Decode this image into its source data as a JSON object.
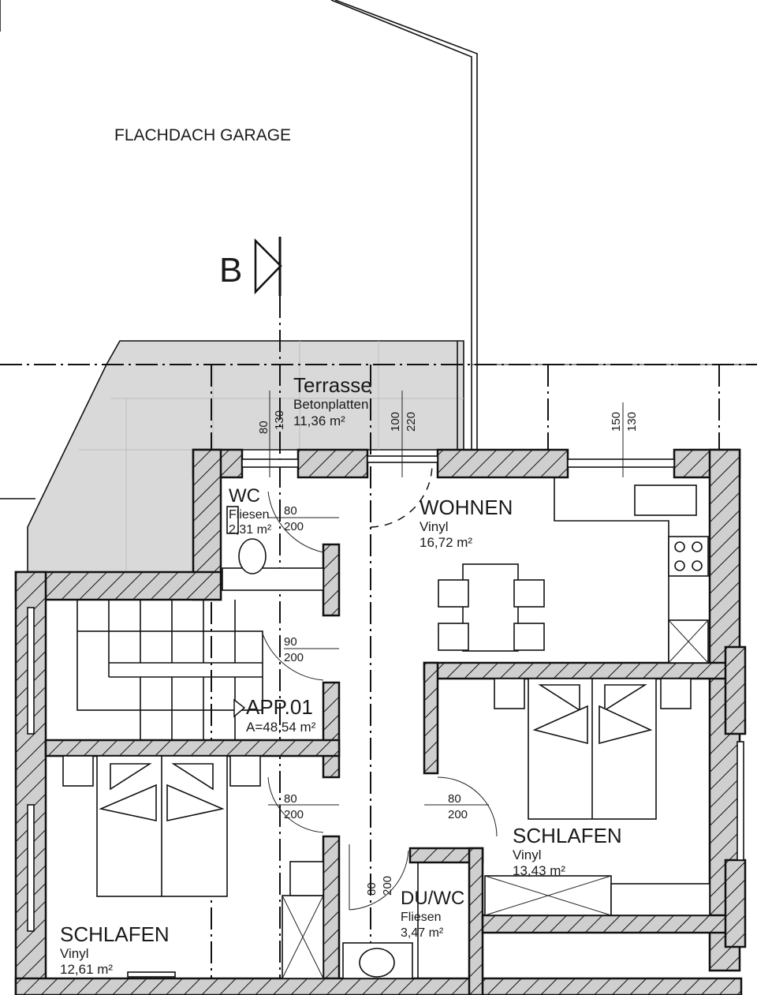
{
  "labels": {
    "garage_roof": "FLACHDACH GARAGE",
    "section_marker": "B",
    "apartment": {
      "name": "APP.01",
      "area": "A=48,54 m²"
    }
  },
  "rooms": {
    "terrace": {
      "name": "Terrasse",
      "floor": "Betonplatten",
      "area": "11,36 m²"
    },
    "wc": {
      "name": "WC",
      "floor": "Fliesen",
      "area": "2,31 m²"
    },
    "wohnen": {
      "name": "WOHNEN",
      "floor": "Vinyl",
      "area": "16,72 m²"
    },
    "schlafen_right": {
      "name": "SCHLAFEN",
      "floor": "Vinyl",
      "area": "13,43 m²"
    },
    "schlafen_left": {
      "name": "SCHLAFEN",
      "floor": "Vinyl",
      "area": "12,61 m²"
    },
    "duwc": {
      "name": "DU/WC",
      "floor": "Fliesen",
      "area": "3,47 m²"
    }
  },
  "dimensions": {
    "window_wc": [
      "80",
      "130"
    ],
    "window_wohnen": [
      "100",
      "220"
    ],
    "window_kitchen": [
      "150",
      "130"
    ],
    "door_wc": [
      "80",
      "200"
    ],
    "door_entry": [
      "90",
      "200"
    ],
    "door_schlafen_left": [
      "80",
      "200"
    ],
    "door_schlafen_right": [
      "80",
      "200"
    ],
    "door_duwc": [
      "80",
      "200"
    ]
  },
  "colors": {
    "terrace_fill": "#d9d9d9",
    "wall_fill": "#cfcfcf",
    "line": "#111111"
  }
}
